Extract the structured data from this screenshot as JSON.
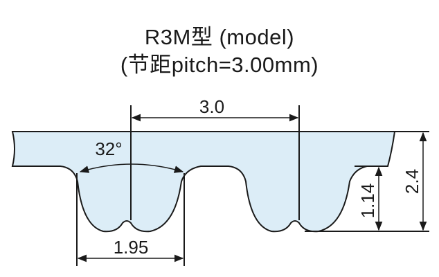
{
  "title": {
    "line1": "R3M型 (model)",
    "line2": "(节距pitch=3.00mm)"
  },
  "dimensions": {
    "pitch": "3.0",
    "angle": "32°",
    "tooth_width": "1.95",
    "tooth_height": "1.14",
    "belt_height": "2.4"
  },
  "colors": {
    "belt_fill": "#dcedf7",
    "line": "#1a1a1a"
  }
}
